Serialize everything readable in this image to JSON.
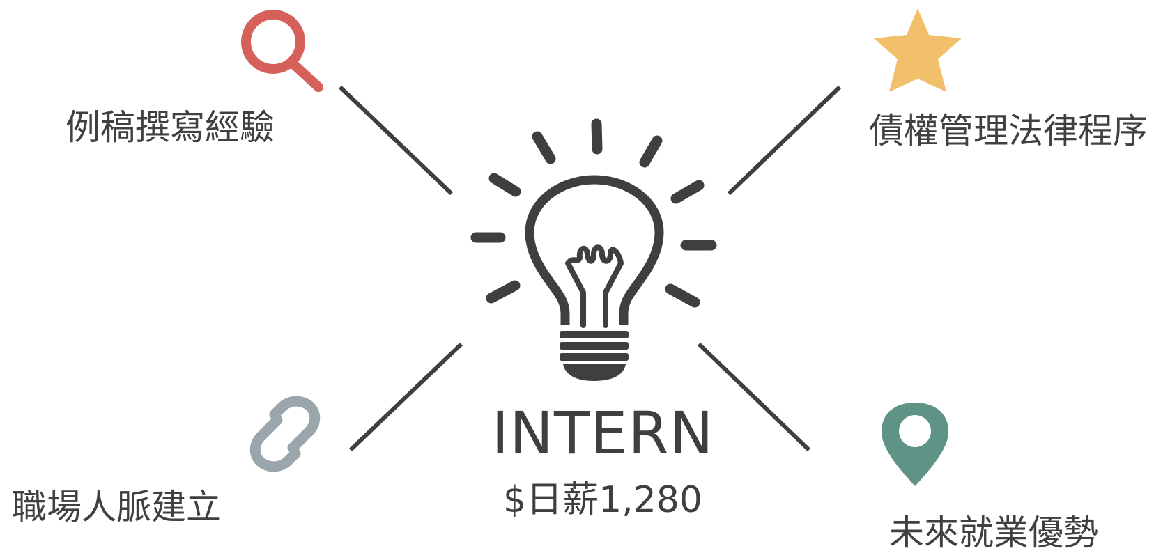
{
  "center": {
    "title": "INTERN",
    "subtitle": "$日薪1,280"
  },
  "items": [
    {
      "label": "例稿撰寫經驗",
      "icon": "search-icon",
      "color": "#d6605a"
    },
    {
      "label": "債權管理法律程序",
      "icon": "star-icon",
      "color": "#f2c06b"
    },
    {
      "label": "職場人脈建立",
      "icon": "link-icon",
      "color": "#9aa6ab"
    },
    {
      "label": "未來就業優勢",
      "icon": "map-pin-icon",
      "color": "#5e9386"
    }
  ],
  "colors": {
    "text": "#404040",
    "lines": "#3f3f3f",
    "bulb": "#3f3f3f"
  }
}
